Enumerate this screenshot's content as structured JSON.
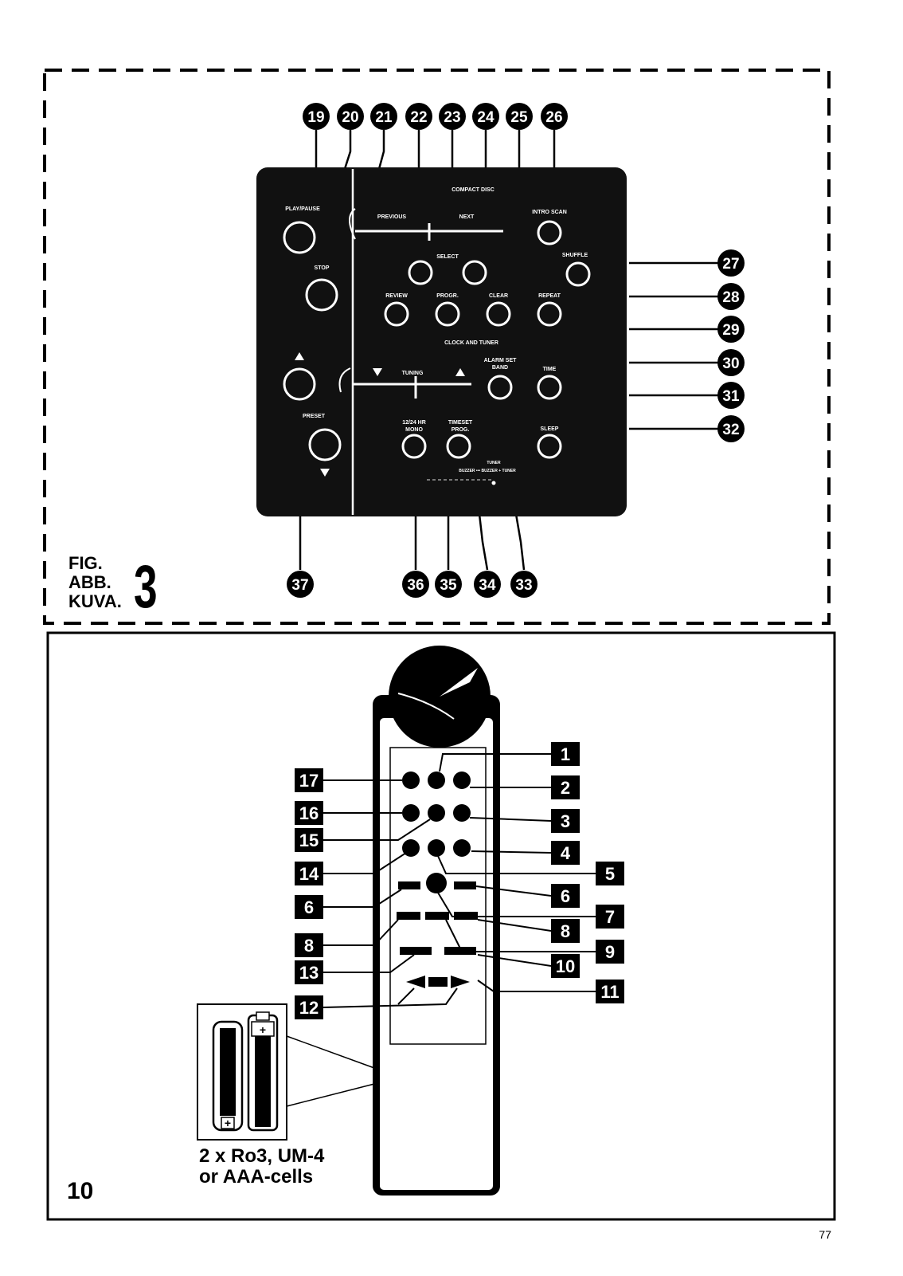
{
  "fig3": {
    "caption_lines": [
      "FIG.",
      "ABB.",
      "KUVA."
    ],
    "caption_number": "3",
    "panel_labels": {
      "play_pause": "PLAY/PAUSE",
      "stop": "STOP",
      "compact_disc": "COMPACT DISC",
      "previous": "PREVIOUS",
      "next": "NEXT",
      "intro_scan": "INTRO SCAN",
      "select": "SELECT",
      "shuffle": "SHUFFLE",
      "review": "REVIEW",
      "progr": "PROGR.",
      "clear": "CLEAR",
      "repeat": "REPEAT",
      "clock_and_tuner": "CLOCK AND TUNER",
      "alarm_set": "ALARM SET",
      "band": "BAND",
      "time": "TIME",
      "tuning": "TUNING",
      "preset": "PRESET",
      "hr_12_24": "12/24 HR",
      "mono": "MONO",
      "timeset": "TIMESET",
      "prog": "PROG.",
      "sleep": "SLEEP",
      "tuner": "TUNER",
      "tuner_buzzer": "BUZZER ••• BUZZER + TUNER"
    },
    "callouts_top": [
      "19",
      "20",
      "21",
      "22",
      "23",
      "24",
      "25",
      "26"
    ],
    "callouts_right": [
      "27",
      "28",
      "29",
      "30",
      "31",
      "32"
    ],
    "callouts_bottom": [
      "37",
      "36",
      "35",
      "34",
      "33"
    ]
  },
  "fig10": {
    "figure_number": "10",
    "battery_caption_line1": "2 x Ro3, UM-4",
    "battery_caption_line2": "or AAA-cells",
    "battery_plus": "+",
    "callouts_right": [
      "1",
      "2",
      "3",
      "4",
      "5",
      "6",
      "7",
      "8",
      "9",
      "10",
      "11"
    ],
    "callouts_left": [
      "17",
      "16",
      "15",
      "14",
      "6",
      "8",
      "13",
      "12"
    ]
  },
  "page_number": "77"
}
